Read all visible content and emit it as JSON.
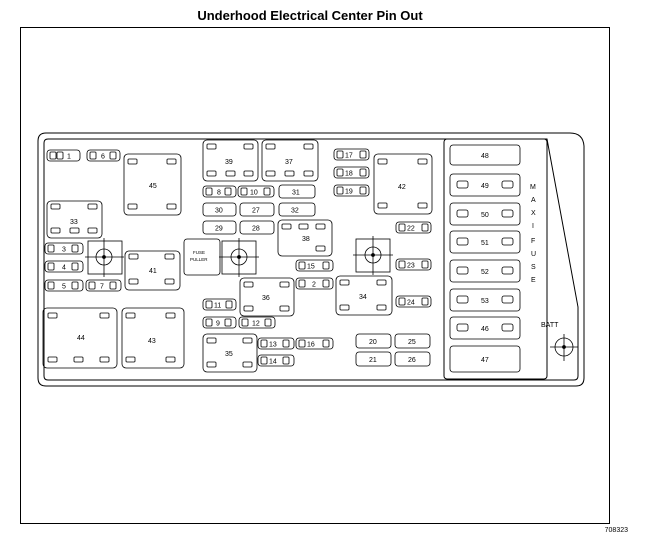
{
  "title": "Underhood Electrical Center Pin Out",
  "figure_code": "708323",
  "fuse_puller_lines": [
    "FUSE",
    "PULLER"
  ],
  "maxi_fuse_letters": [
    "M",
    "A",
    "X",
    "I",
    "F",
    "U",
    "S",
    "E"
  ],
  "batt_label": "BATT",
  "small_fuses": [
    {
      "id": "f1",
      "label": "1"
    },
    {
      "id": "f6",
      "label": "6"
    },
    {
      "id": "f3",
      "label": "3"
    },
    {
      "id": "f4",
      "label": "4"
    },
    {
      "id": "f5",
      "label": "5"
    },
    {
      "id": "f7",
      "label": "7"
    },
    {
      "id": "f8",
      "label": "8"
    },
    {
      "id": "f10",
      "label": "10"
    },
    {
      "id": "f11",
      "label": "11"
    },
    {
      "id": "f9",
      "label": "9"
    },
    {
      "id": "f12",
      "label": "12"
    },
    {
      "id": "f13",
      "label": "13"
    },
    {
      "id": "f14",
      "label": "14"
    },
    {
      "id": "f15",
      "label": "15"
    },
    {
      "id": "f2",
      "label": "2"
    },
    {
      "id": "f16",
      "label": "16"
    },
    {
      "id": "f17",
      "label": "17"
    },
    {
      "id": "f18",
      "label": "18"
    },
    {
      "id": "f19",
      "label": "19"
    },
    {
      "id": "f22",
      "label": "22"
    },
    {
      "id": "f23",
      "label": "23"
    },
    {
      "id": "f24",
      "label": "24"
    }
  ],
  "relays": [
    {
      "id": "r33",
      "label": "33"
    },
    {
      "id": "r45",
      "label": "45"
    },
    {
      "id": "r41",
      "label": "41"
    },
    {
      "id": "r44",
      "label": "44"
    },
    {
      "id": "r43",
      "label": "43"
    },
    {
      "id": "r39",
      "label": "39"
    },
    {
      "id": "r37",
      "label": "37"
    },
    {
      "id": "r38",
      "label": "38"
    },
    {
      "id": "r36",
      "label": "36"
    },
    {
      "id": "r35",
      "label": "35"
    },
    {
      "id": "r42",
      "label": "42"
    },
    {
      "id": "r34",
      "label": "34"
    }
  ],
  "plain_fuses": [
    {
      "id": "p31",
      "label": "31"
    },
    {
      "id": "p30",
      "label": "30"
    },
    {
      "id": "p27",
      "label": "27"
    },
    {
      "id": "p32",
      "label": "32"
    },
    {
      "id": "p29",
      "label": "29"
    },
    {
      "id": "p28",
      "label": "28"
    },
    {
      "id": "p20",
      "label": "20"
    },
    {
      "id": "p25",
      "label": "25"
    },
    {
      "id": "p21",
      "label": "21"
    },
    {
      "id": "p26",
      "label": "26"
    }
  ],
  "maxi_fuses": [
    {
      "id": "m48",
      "label": "48"
    },
    {
      "id": "m49",
      "label": "49"
    },
    {
      "id": "m50",
      "label": "50"
    },
    {
      "id": "m51",
      "label": "51"
    },
    {
      "id": "m52",
      "label": "52"
    },
    {
      "id": "m53",
      "label": "53"
    },
    {
      "id": "m46",
      "label": "46"
    },
    {
      "id": "m47",
      "label": "47"
    }
  ]
}
